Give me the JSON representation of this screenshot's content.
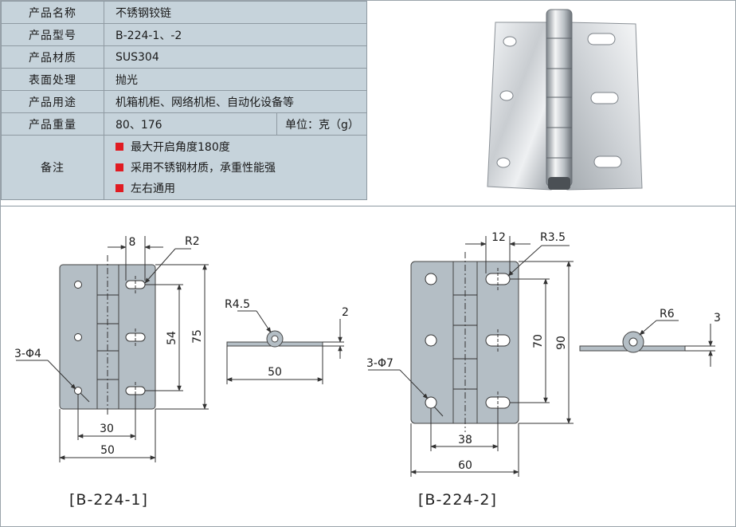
{
  "spec": {
    "rows": [
      {
        "label": "产品名称",
        "value": "不锈钢铰链"
      },
      {
        "label": "产品型号",
        "value": "B-224-1、-2"
      },
      {
        "label": "产品材质",
        "value": "SUS304"
      },
      {
        "label": "表面处理",
        "value": "抛光"
      },
      {
        "label": "产品用途",
        "value": "机箱机柜、网络机柜、自动化设备等"
      }
    ],
    "weight": {
      "label": "产品重量",
      "value": "80、176",
      "unit": "单位：克（g）"
    },
    "notes": {
      "label": "备注",
      "items": [
        "最大开启角度180度",
        "采用不锈钢材质，承重性能强",
        "左右通用"
      ]
    }
  },
  "drawing1": {
    "model": "[B-224-1]",
    "dims": {
      "top": "8",
      "radius": "R2",
      "hole": "3-Φ4",
      "span": "54",
      "height": "75",
      "inner": "30",
      "width": "50"
    },
    "side": {
      "radius": "R4.5",
      "thick": "2",
      "width": "50"
    }
  },
  "drawing2": {
    "model": "[B-224-2]",
    "dims": {
      "top": "12",
      "radius": "R3.5",
      "hole": "3-Φ7",
      "span": "70",
      "height": "90",
      "inner": "38",
      "width": "60"
    },
    "side": {
      "radius": "R6",
      "thick": "3"
    }
  },
  "colors": {
    "table_bg": "#c6d3db",
    "bullet": "#e01b22",
    "plate": "#b4bec5"
  }
}
